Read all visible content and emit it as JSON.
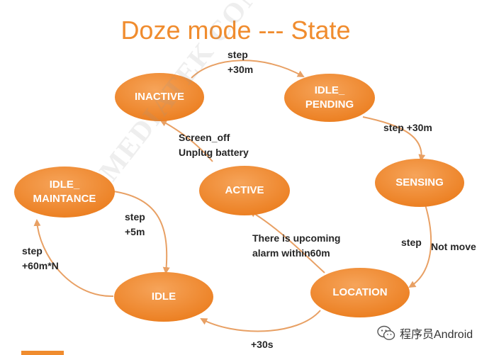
{
  "title": "Doze mode  --- State",
  "colors": {
    "accent": "#f08c2e",
    "node_fill": "#f08c2e",
    "arrow": "#e8a064",
    "label_text": "#262626"
  },
  "states": [
    {
      "id": "inactive",
      "label": "INACTIVE"
    },
    {
      "id": "idle_pending",
      "label": "IDLE_\nPENDING"
    },
    {
      "id": "sensing",
      "label": "SENSING"
    },
    {
      "id": "location",
      "label": "LOCATION"
    },
    {
      "id": "idle",
      "label": "IDLE"
    },
    {
      "id": "idle_maintance",
      "label": "IDLE_\nMAINTANCE"
    },
    {
      "id": "active",
      "label": "ACTIVE"
    }
  ],
  "transitions": [
    {
      "from": "inactive",
      "to": "idle_pending",
      "label": "step\n+30m"
    },
    {
      "from": "idle_pending",
      "to": "sensing",
      "label": "step  +30m"
    },
    {
      "from": "sensing",
      "to": "location",
      "label_a": "step",
      "label_b": "Not move"
    },
    {
      "from": "location",
      "to": "idle",
      "label": "+30s"
    },
    {
      "from": "idle",
      "to": "idle_maintance",
      "label": "step\n+60m*N"
    },
    {
      "from": "idle_maintance",
      "to": "idle",
      "label": "step\n  +5m"
    },
    {
      "from": "location",
      "to": "active",
      "label": "There is upcoming\nalarm within60m"
    },
    {
      "from": "active",
      "to": "inactive",
      "label": "Screen_off\nUnplug battery"
    }
  ],
  "watermark": "MEDIATEK CONFIDENTIAL  sprdroid.zh.com USE",
  "brand": {
    "icon": "wechat-icon",
    "text": "程序员Android"
  }
}
